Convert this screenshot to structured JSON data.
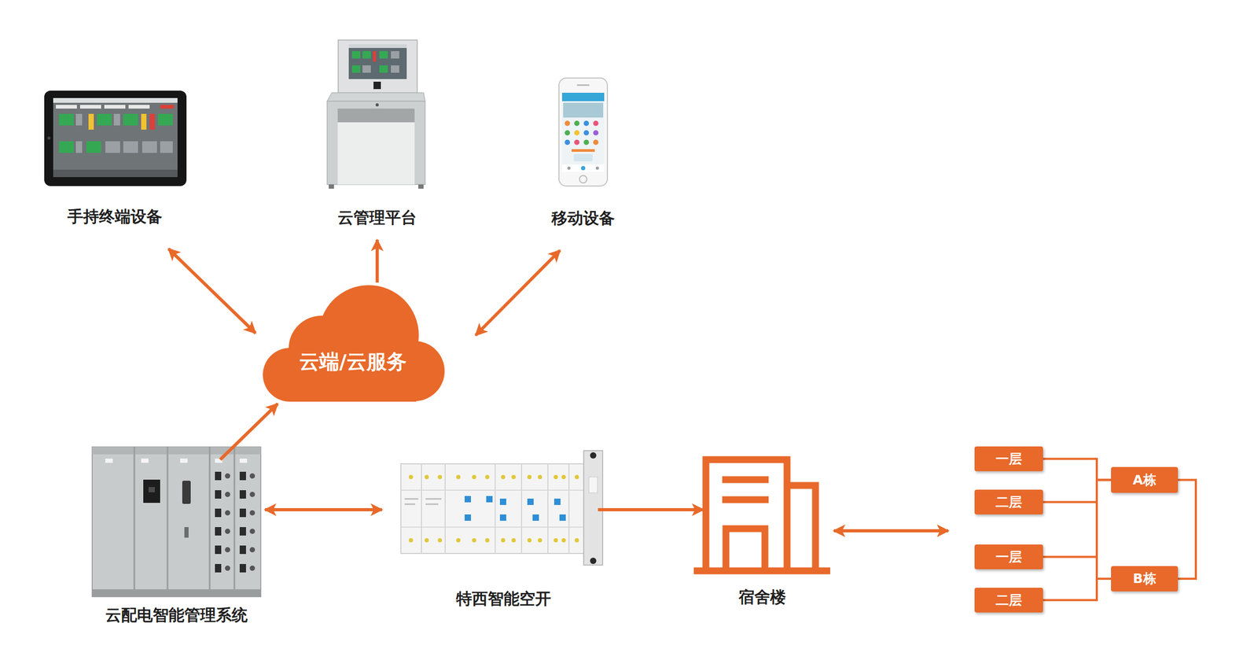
{
  "diagram": {
    "nodes": [
      {
        "text": [
          "手持终端设备"
        ]
      },
      {
        "text": [
          "云管理平台"
        ]
      },
      {
        "text": [
          "移动设备"
        ]
      },
      {
        "text": [
          "云端/云服务"
        ]
      },
      {
        "text": [
          "云配电智能管理系统"
        ]
      },
      {
        "text": [
          "特西智能空开"
        ]
      },
      {
        "text": [
          "宿舍楼"
        ]
      },
      {
        "text": [
          "一层"
        ]
      },
      {
        "text": [
          "二层"
        ]
      },
      {
        "text": [
          "A栋"
        ]
      },
      {
        "text": [
          "一层"
        ]
      },
      {
        "text": [
          "二层"
        ]
      },
      {
        "text": [
          "B栋"
        ]
      }
    ],
    "edges": [
      {
        "from": 3,
        "to": 0,
        "arrow": "both"
      },
      {
        "from": 3,
        "to": 1,
        "arrow": "to"
      },
      {
        "from": 3,
        "to": 2,
        "arrow": "both"
      },
      {
        "from": 4,
        "to": 3,
        "arrow": "to"
      },
      {
        "from": 4,
        "to": 5,
        "arrow": "both"
      },
      {
        "from": 5,
        "to": 6,
        "arrow": "to"
      },
      {
        "from": 7,
        "to": 9,
        "arrow": "none"
      },
      {
        "from": 8,
        "to": 9,
        "arrow": "none"
      },
      {
        "from": 10,
        "to": 12,
        "arrow": "none"
      },
      {
        "from": 11,
        "to": 12,
        "arrow": "none"
      },
      {
        "from": 9,
        "to": 12,
        "arrow": "none"
      }
    ]
  }
}
